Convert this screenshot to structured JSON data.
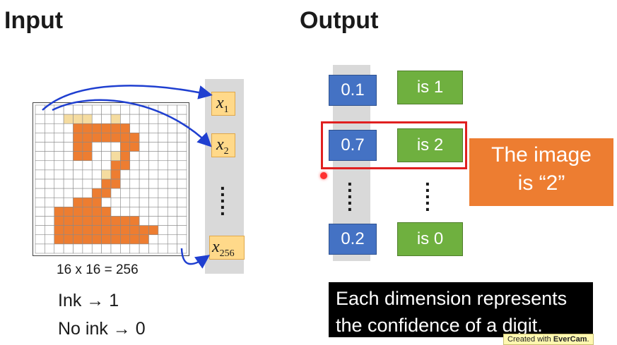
{
  "headings": {
    "input": "Input",
    "output": "Output"
  },
  "input": {
    "grid_caption": "16 x 16 = 256",
    "grid_size": 16,
    "features": [
      {
        "base": "x",
        "sub": "1"
      },
      {
        "base": "x",
        "sub": "2"
      },
      {
        "base": "x",
        "sub": "256"
      }
    ],
    "ink_rule": "Ink → 1",
    "no_ink_rule": "No ink → 0"
  },
  "output": {
    "values": [
      "0.1",
      "0.7",
      "0.2"
    ],
    "labels": [
      "is 1",
      "is 2",
      "is 0"
    ],
    "result_line1": "The image",
    "result_line2": "is “2”",
    "explanation_line1": "Each dimension represents",
    "explanation_line2": "the confidence of a digit."
  },
  "watermark": {
    "prefix": "Created with ",
    "brand": "EverCam",
    "suffix": "."
  },
  "colors": {
    "ink": "#ed7d31",
    "partial_ink": "#f5dca0",
    "value_box": "#4472c4",
    "label_box": "#6fb03f",
    "highlight": "#e02020",
    "arrow": "#1f3fd0"
  }
}
